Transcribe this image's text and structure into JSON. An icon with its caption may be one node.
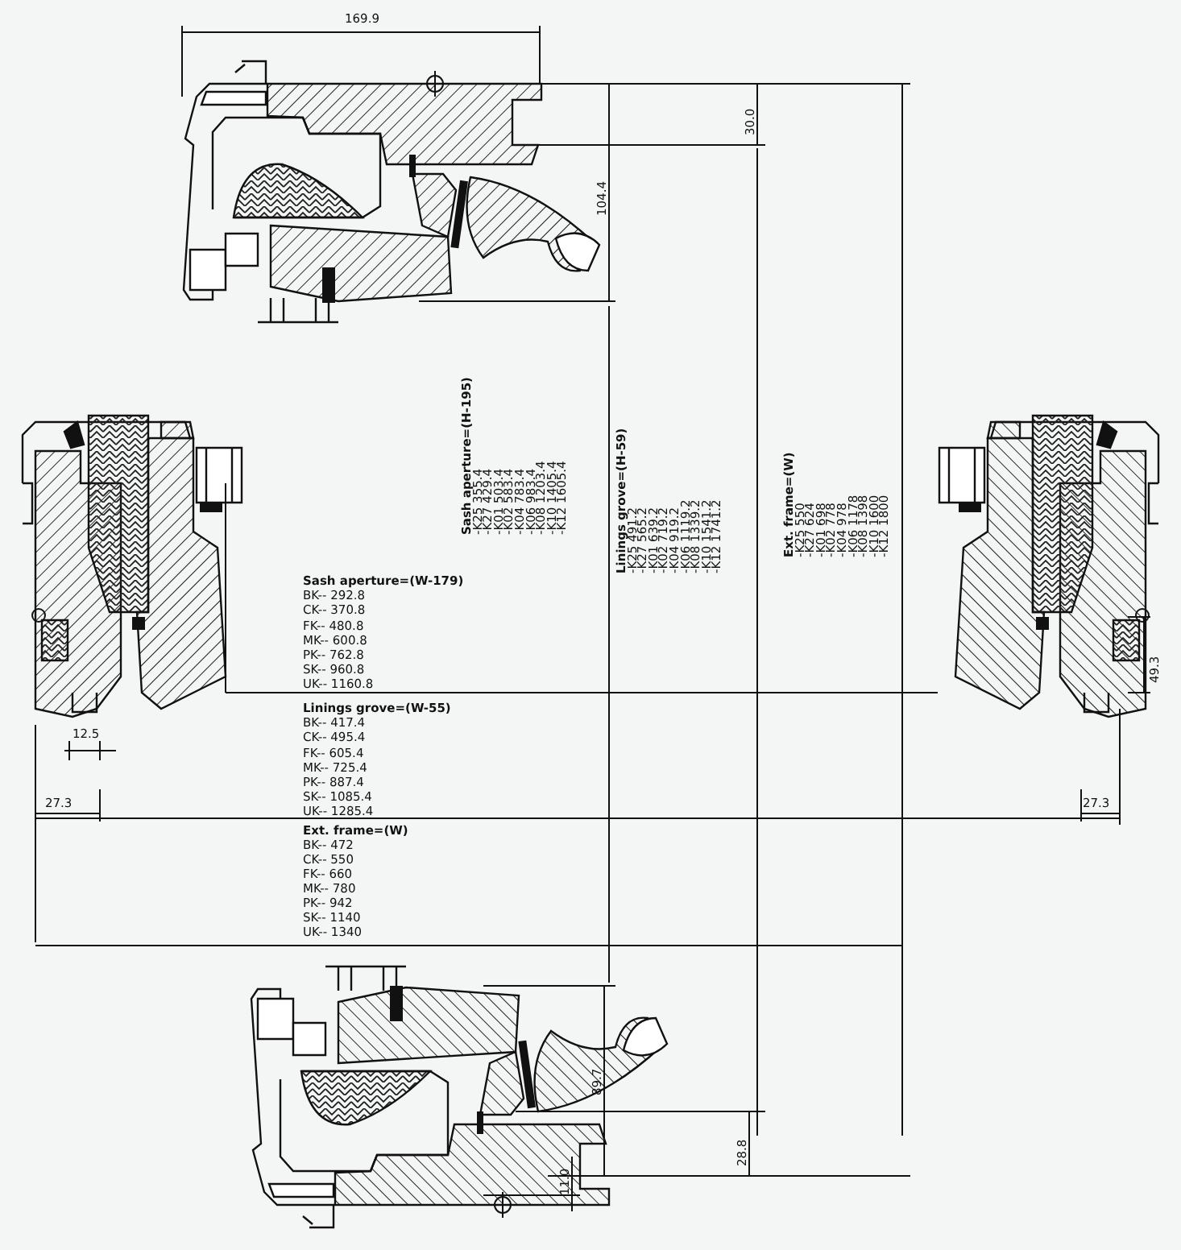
{
  "diagram": {
    "labels": [
      "169.9",
      "30.0",
      "104.4",
      "Sash aperture=(H-195)",
      "-K25 355.4",
      "-K27 429.4",
      "-K01 503.4",
      "-K02 583.4",
      "-K04 783.4",
      "-K06 983.4",
      "-K08 1203.4",
      "-K10 1405.4",
      "-K12 1605.4",
      "Linings grove=(H-59)",
      "-K25 491.2",
      "-K27 565.2",
      "-K01 639.2",
      "-K02 719.2",
      "-K04 919.2",
      "-K06 1119.2",
      "-K08 1339.2",
      "-K10 1541.2",
      "-K12 1741.2",
      "Ext. frame=(W)",
      "-K25 550",
      "-K27 624",
      "-K01 698",
      "-K02 778",
      "-K04 978",
      "-K06 1178",
      "-K08 1398",
      "-K10 1600",
      "-K12 1800",
      "Sash aperture=(W-179)",
      "BK-- 292.8",
      "CK-- 370.8",
      "FK-- 480.8",
      "MK-- 600.8",
      "PK-- 762.8",
      "SK-- 960.8",
      "UK-- 1160.8",
      "Linings grove=(W-55)",
      "BK-- 417.4",
      "CK-- 495.4",
      "FK-- 605.4",
      "MK-- 725.4",
      "PK-- 887.4",
      "SK-- 1085.4",
      "UK-- 1285.4",
      "Ext. frame=(W)",
      "BK-- 472",
      "CK-- 550",
      "FK-- 660",
      "MK-- 780",
      "PK-- 942",
      "SK-- 1140",
      "UK-- 1340",
      "12.5",
      "49.3",
      "27.3",
      "27.3",
      "89.7",
      "28.8",
      "11.0"
    ]
  }
}
